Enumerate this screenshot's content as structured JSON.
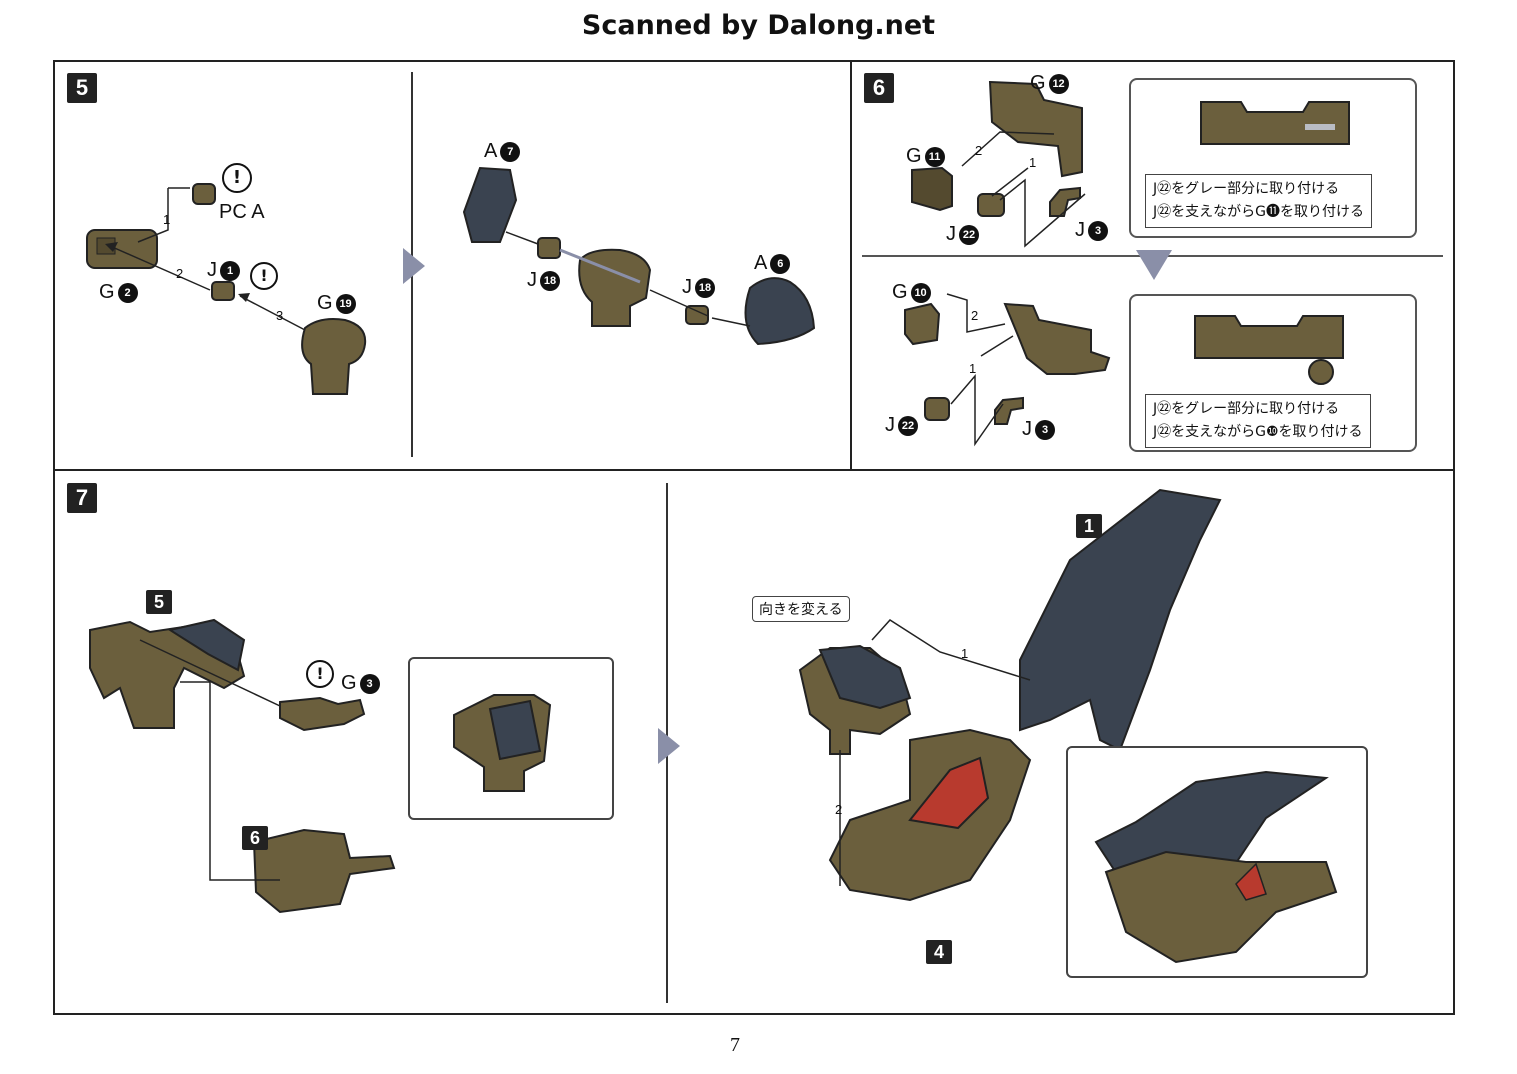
{
  "header": {
    "title": "Scanned by Dalong.net"
  },
  "page_number": "7",
  "colors": {
    "olive": "#6b5f3d",
    "dark_navy": "#3a4350",
    "accent_red": "#b83a2e",
    "arrow_gray": "#8a8fa8"
  },
  "step5": {
    "badge": "5",
    "labels": {
      "pc_a": "PC",
      "pc_a_num": "A",
      "g2": "G",
      "g2_num": "2",
      "j1": "J",
      "j1_num": "1",
      "g19": "G",
      "g19_num": "19",
      "a7": "A",
      "a7_num": "7",
      "j18_left": "J",
      "j18_left_num": "18",
      "j18_right": "J",
      "j18_right_num": "18",
      "a6": "A",
      "a6_num": "6"
    },
    "hex": [
      "1",
      "2",
      "3"
    ],
    "caution_icon": "exclamation-icon"
  },
  "step6": {
    "badge": "6",
    "top": {
      "labels": {
        "g12": "G",
        "g12_num": "12",
        "g11": "G",
        "g11_num": "11",
        "j22": "J",
        "j22_num": "22",
        "j3": "J",
        "j3_num": "3"
      },
      "hex": [
        "2",
        "1"
      ],
      "note": [
        "J㉒をグレー部分に取り付ける",
        "J㉒を支えながらG⓫を取り付ける"
      ]
    },
    "bottom": {
      "labels": {
        "g10": "G",
        "g10_num": "10",
        "j22": "J",
        "j22_num": "22",
        "j3": "J",
        "j3_num": "3"
      },
      "hex": [
        "2",
        "1"
      ],
      "note": [
        "J㉒をグレー部分に取り付ける",
        "J㉒を支えながらG❿を取り付ける"
      ]
    }
  },
  "step7": {
    "badge": "7",
    "sub_badges": {
      "b5": "5",
      "b6": "6",
      "b1": "1",
      "b4": "4"
    },
    "labels": {
      "g3": "G",
      "g3_num": "3"
    },
    "tag": "向きを変える",
    "hex": [
      "1",
      "2"
    ]
  }
}
